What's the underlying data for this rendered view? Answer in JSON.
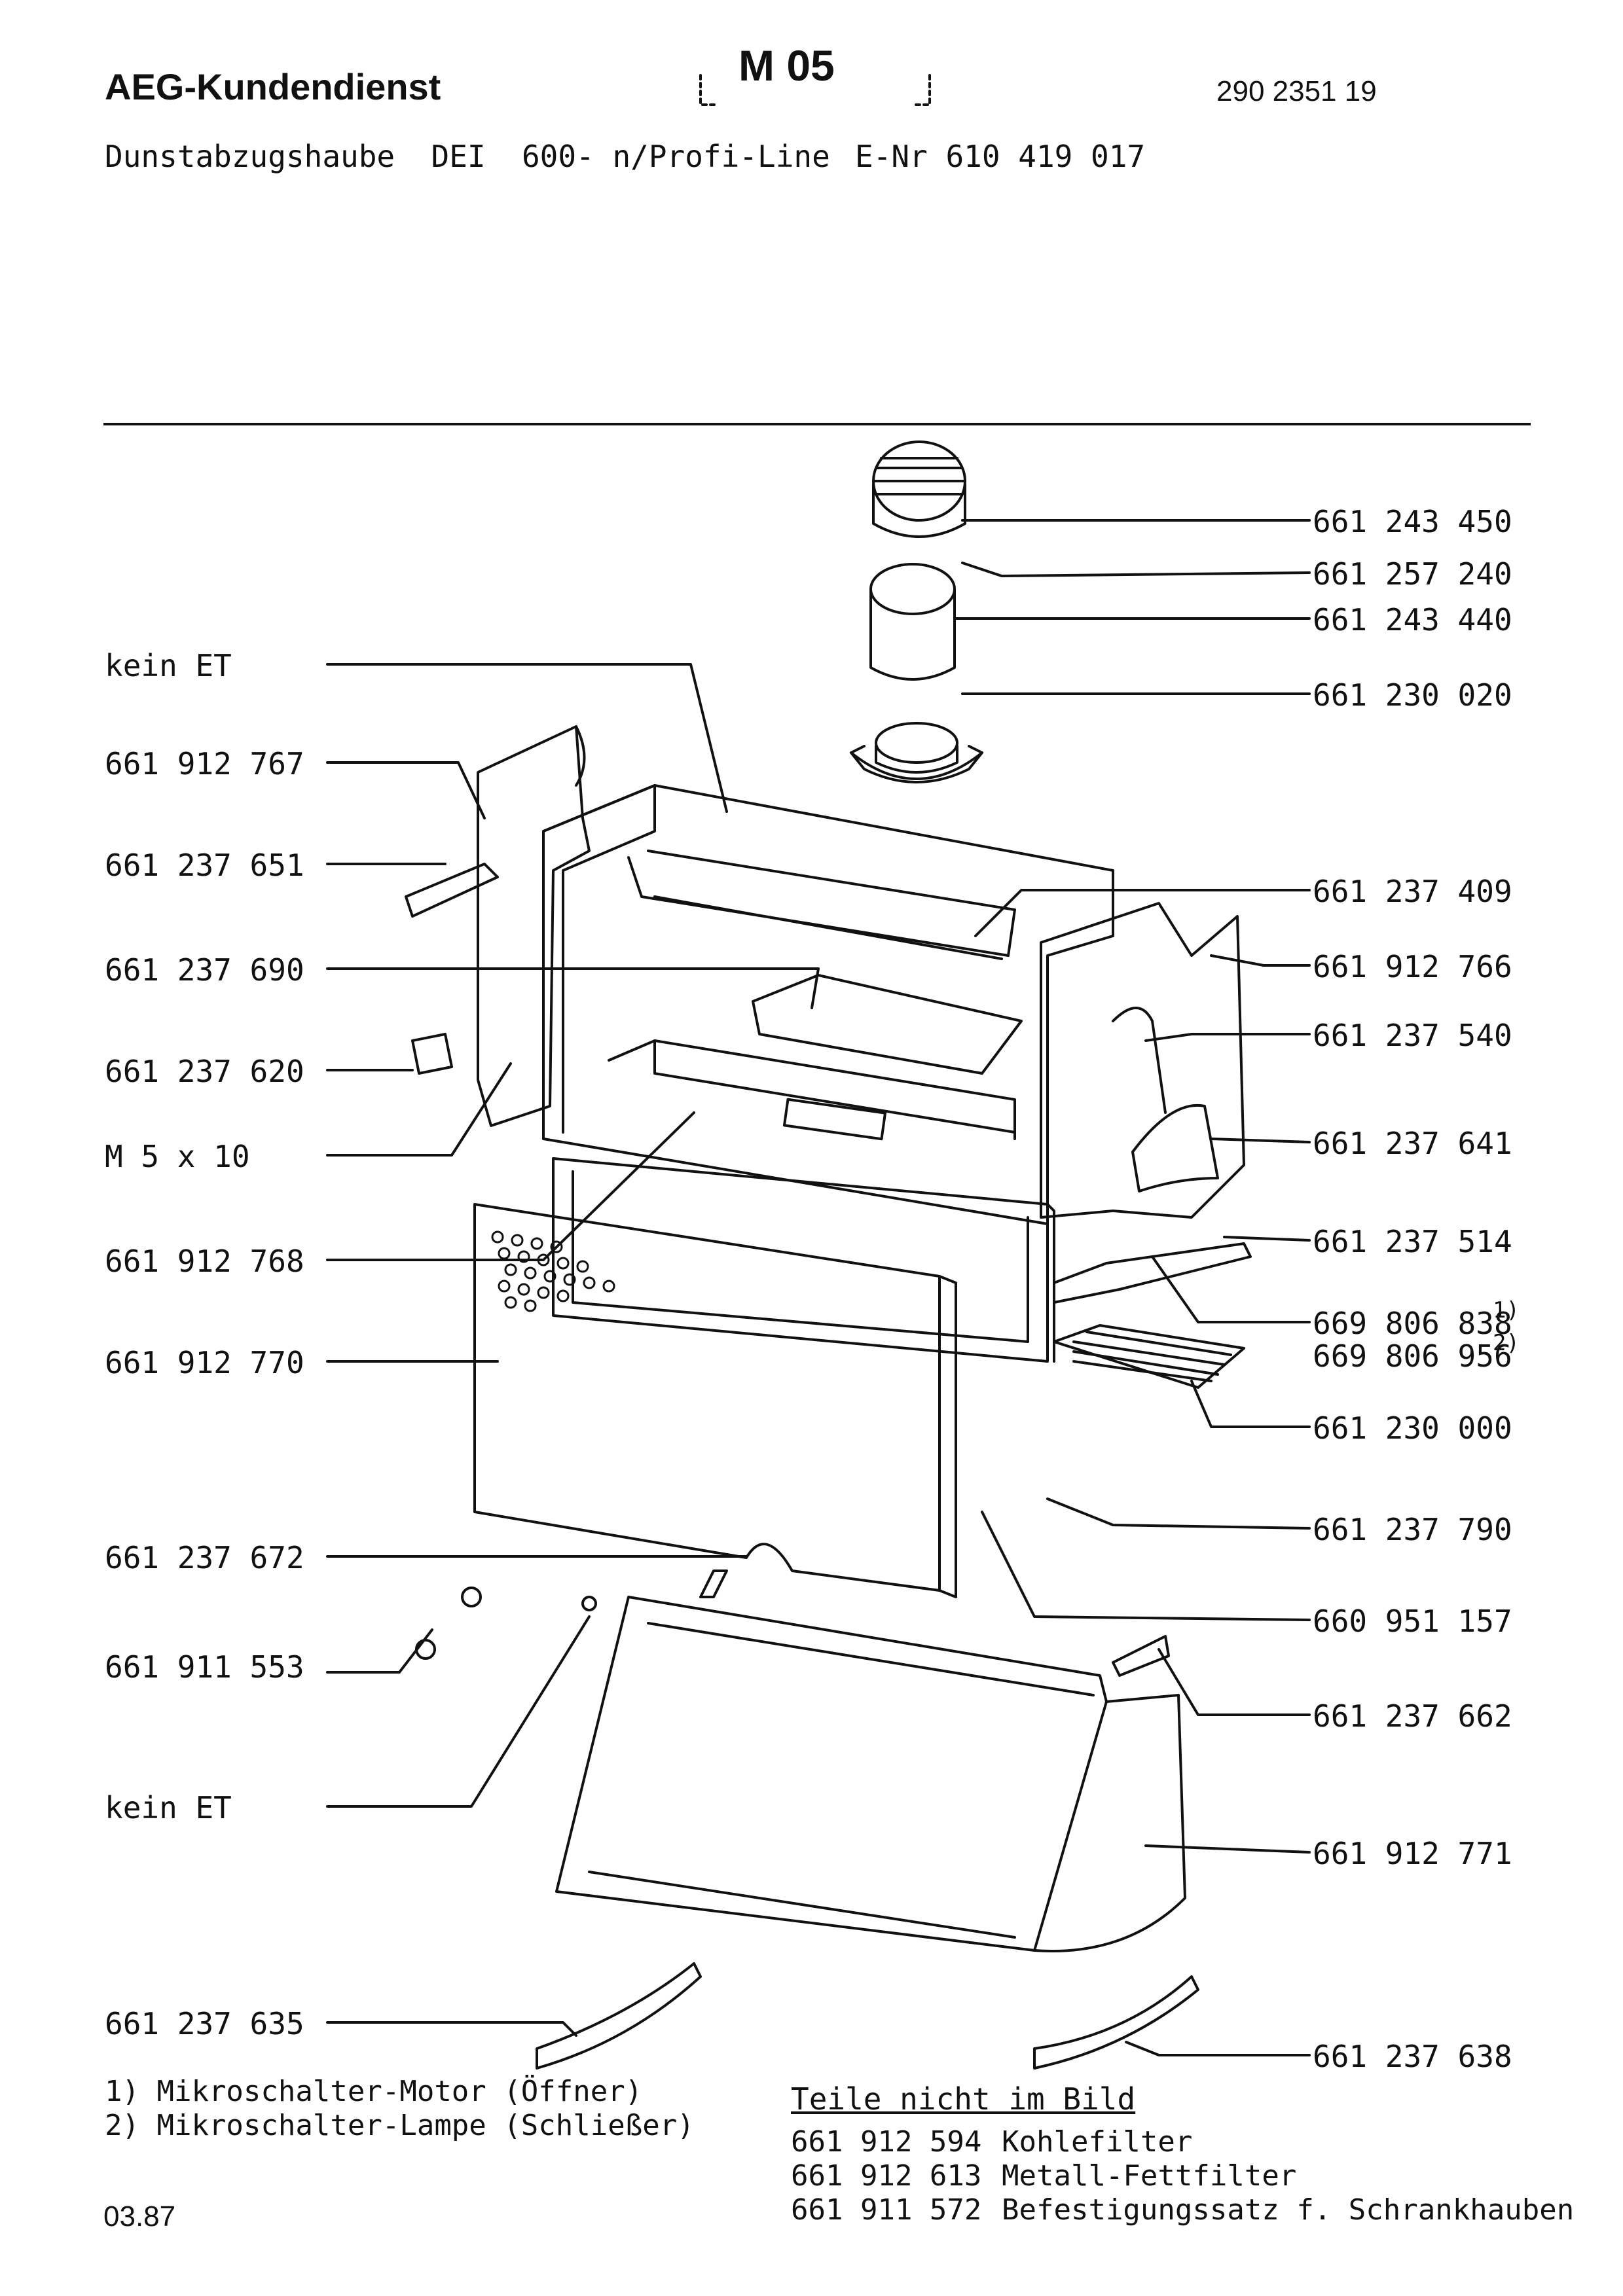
{
  "header": {
    "title": "AEG-Kundendienst",
    "code": "M 05",
    "doc_number": "290 2351 19",
    "appliance": "Dunstabzugshaube  DEI  600- n/Profi-Line",
    "e_nr": "E-Nr 610 419 017"
  },
  "parts_left": [
    "kein ET",
    "661 912 767",
    "661 237 651",
    "661 237 690",
    "661 237 620",
    "M 5 x 10",
    "661 912 768",
    "661 912 770",
    "661 237 672",
    "661 911 553",
    "kein ET",
    "661 237 635"
  ],
  "parts_right": [
    "661 243 450",
    "661 257 240",
    "661 243 440",
    "661 230 020",
    "661 237 409",
    "661 912 766",
    "661 237 540",
    "661 237 641",
    "661 237 514",
    "669 806 838",
    "669 806 956",
    "661 230 000",
    "661 237 790",
    "660 951 157",
    "661 237 662",
    "661 912 771",
    "661 237 638"
  ],
  "superscripts": [
    "1)",
    "2)"
  ],
  "footnotes": [
    "1) Mikroschalter-Motor (Öffner)",
    "2) Mikroschalter-Lampe (Schließer)"
  ],
  "not_shown": {
    "heading": "Teile nicht im Bild",
    "rows": [
      {
        "number": "661 912 594",
        "name": "Kohlefilter"
      },
      {
        "number": "661 912 613",
        "name": "Metall-Fettfilter"
      },
      {
        "number": "661 911 572",
        "name": "Befestigungssatz f. Schrankhauben"
      }
    ]
  },
  "date": "03.87"
}
